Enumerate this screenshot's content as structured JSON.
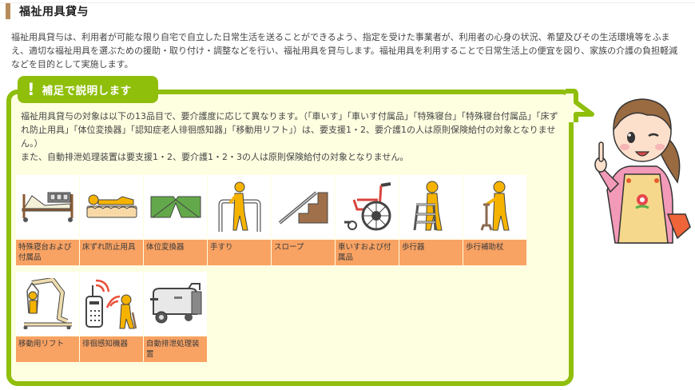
{
  "section": {
    "title": "福祉用具貸与",
    "intro": "福祉用具貸与は、利用者が可能な限り自宅で自立した日常生活を送ることができるよう、指定を受けた事業者が、利用者の心身の状況、希望及びその生活環境等をふまえ、適切な福祉用具を選ぶための援助・取り付け・調整などを行い、福祉用具を貸与します。福祉用具を利用することで日常生活上の便宜を図り、家族の介護の負担軽減などを目的として実施します。"
  },
  "supplement": {
    "tab_icon": "!",
    "tab_label": "補足で説明します",
    "paragraph1": "福祉用具貸与の対象は以下の13品目で、要介護度に応じて異なります。（「車いす」「車いす付属品」「特殊寝台」「特殊寝台付属品」「床ずれ防止用具」「体位変換器」「認知症老人徘徊感知器」「移動用リフト」）は、要支援1・2、要介護1の人は原則保険給付の対象となりません。）",
    "paragraph2": "また、自動排泄処理装置は要支援1・2、要介護1・2・3の人は原則保険給付の対象となりません。",
    "items": [
      {
        "label": "特殊寝台および付属品",
        "icon": "care-bed-icon"
      },
      {
        "label": "床ずれ防止用具",
        "icon": "pressure-mattress-icon"
      },
      {
        "label": "体位変換器",
        "icon": "position-changer-icon"
      },
      {
        "label": "手すり",
        "icon": "handrail-icon"
      },
      {
        "label": "スロープ",
        "icon": "slope-icon"
      },
      {
        "label": "車いすおよび付属品",
        "icon": "wheelchair-icon"
      },
      {
        "label": "歩行器",
        "icon": "walker-icon"
      },
      {
        "label": "歩行補助杖",
        "icon": "walking-cane-icon"
      },
      {
        "label": "移動用リフト",
        "icon": "patient-lift-icon"
      },
      {
        "label": "徘徊感知機器",
        "icon": "wandering-sensor-icon"
      },
      {
        "label": "自動排泄処理装置",
        "icon": "auto-excretion-device-icon"
      }
    ]
  },
  "colors": {
    "accent_green": "#8fbe0b",
    "box_background": "#fefee1",
    "label_orange": "#f8a263",
    "heading_bar": "#b68c5c"
  }
}
